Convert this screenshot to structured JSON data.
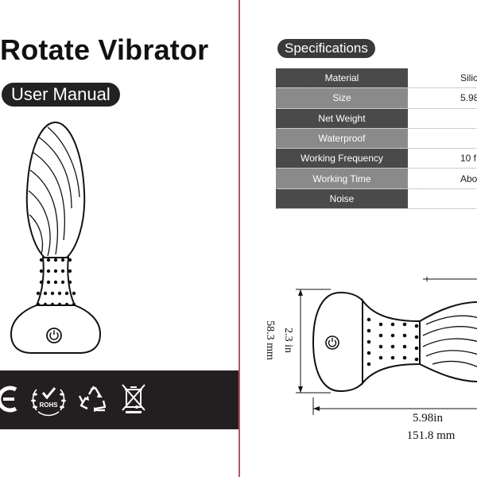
{
  "left": {
    "title": "Rotate Vibrator",
    "subtitle": "User Manual",
    "certifications": [
      {
        "icon": "ce-mark-icon"
      },
      {
        "icon": "rohs-icon",
        "label": "ROHS"
      },
      {
        "icon": "recycle-icon"
      },
      {
        "icon": "weee-bin-icon"
      }
    ]
  },
  "right": {
    "section_title": "Specifications",
    "specs": [
      {
        "label": "Material",
        "value": "Silic"
      },
      {
        "label": "Size",
        "value": "5.98"
      },
      {
        "label": "Net Weight",
        "value": ""
      },
      {
        "label": "Waterproof",
        "value": ""
      },
      {
        "label": "Working Frequency",
        "value": "10 f"
      },
      {
        "label": "Working Time",
        "value": "Abo"
      },
      {
        "label": "Noise",
        "value": ""
      }
    ],
    "dimensions": {
      "height_in": "2.3 in",
      "height_mm": "58.3 mm",
      "length_in": "5.98in",
      "length_mm": "151.8 mm"
    }
  }
}
